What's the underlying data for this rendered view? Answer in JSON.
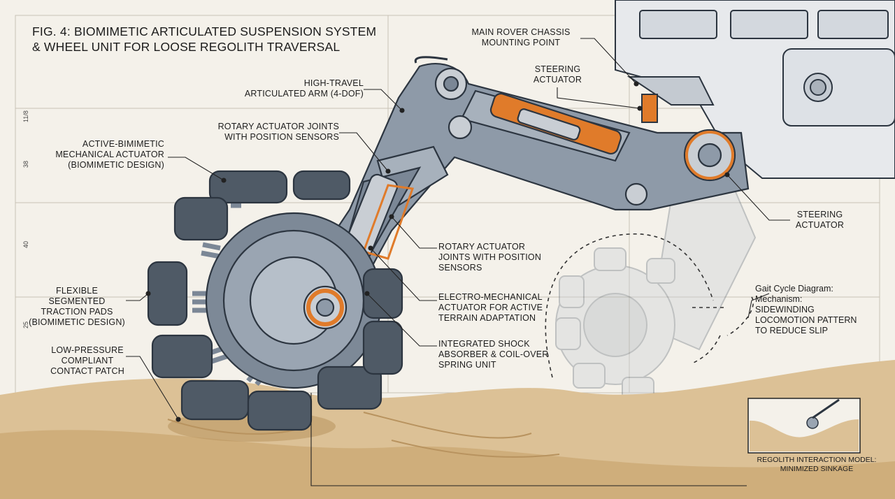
{
  "figure": {
    "title": "FIG. 4: BIOMIMETIC ARTICULATED SUSPENSION SYSTEM\n& WHEEL UNIT FOR LOOSE REGOLITH TRAVERSAL",
    "scale_ticks": [
      "11/8",
      "38",
      "40",
      "25"
    ]
  },
  "callouts": {
    "chassis_mount": "MAIN ROVER CHASSIS\nMOUNTING POINT",
    "steering_top": "STEERING\nACTUATOR",
    "arm": "HIGH-TRAVEL\nARTICULATED ARM (4-DOF)",
    "rotary_top": "ROTARY ACTUATOR JOINTS\nWITH POSITION SENSORS",
    "biomimetic_actuator": "ACTIVE-BIMIMETIC\nMECHANICAL ACTUATOR\n(BIOMIMETIC DESIGN)",
    "steering_right": "STEERING\nACTUATOR",
    "rotary_mid": "ROTARY ACTUATOR\nJOINTS WITH POSITION\nSENSORS",
    "traction_pads": "FLEXIBLE SEGMENTED\nTRACTION PADS\n(BIOMIMETIC DESIGN)",
    "electro_actuator": "ELECTRO-MECHANICAL\nACTUATOR FOR ACTIVE\nTERRAIN ADAPTATION",
    "contact_patch": "LOW-PRESSURE\nCOMPLIANT\nCONTACT PATCH",
    "shock": "INTEGRATED SHOCK\nABSORBER & COIL-OVER\nSPRING UNIT"
  },
  "gait": {
    "line1": "Gait Cycle Diagram:",
    "line2": "Mechanism:",
    "line3": "SIDEWINDING\nLOCOMOTION PATTERN\nTO REDUCE SLIP"
  },
  "inset": {
    "caption": "REGOLITH INTERACTION MODEL:\nMINIMIZED SINKAGE"
  },
  "colors": {
    "paper": "#f4f1ea",
    "metal": "#8e9aa8",
    "metal_dark": "#5f6b78",
    "pad": "#4f5a66",
    "spring": "#b9c1ca",
    "accent": "#e07b2a",
    "sand": "#dcc196",
    "sand_dark": "#b8935f"
  }
}
